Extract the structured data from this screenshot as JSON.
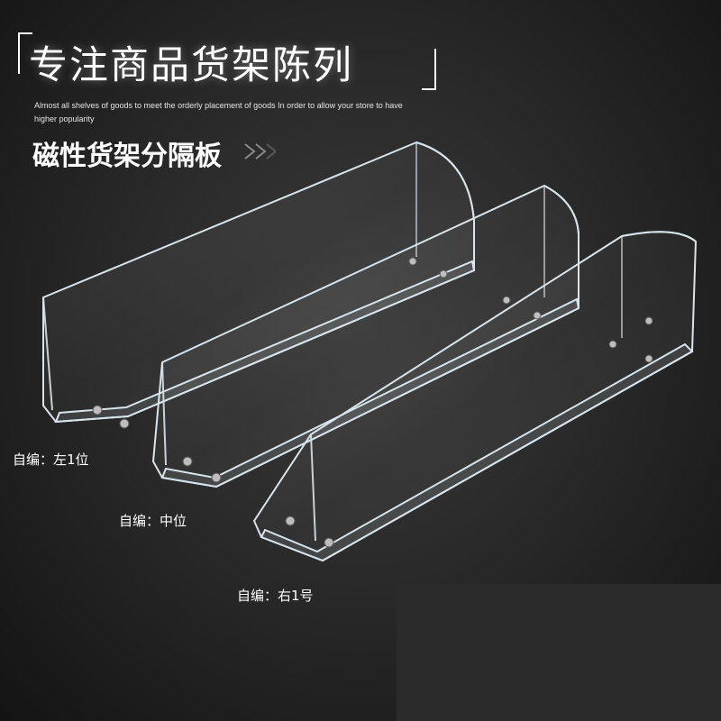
{
  "header": {
    "title": "专注商品货架陈列",
    "tagline": "Almost all shelves of goods to meet the orderly placement of goods In order to allow your store to have higher popularity"
  },
  "product": {
    "name": "磁性货架分隔板",
    "arrow_icon": "double-chevron-right-icon"
  },
  "variants": [
    {
      "label": "自编：左1位"
    },
    {
      "label": "自编：中位"
    },
    {
      "label": "自编：右1号"
    }
  ],
  "colors": {
    "background": "#2a2a2a",
    "text": "#ffffff",
    "acrylic_edge": "#d8e4ea"
  }
}
